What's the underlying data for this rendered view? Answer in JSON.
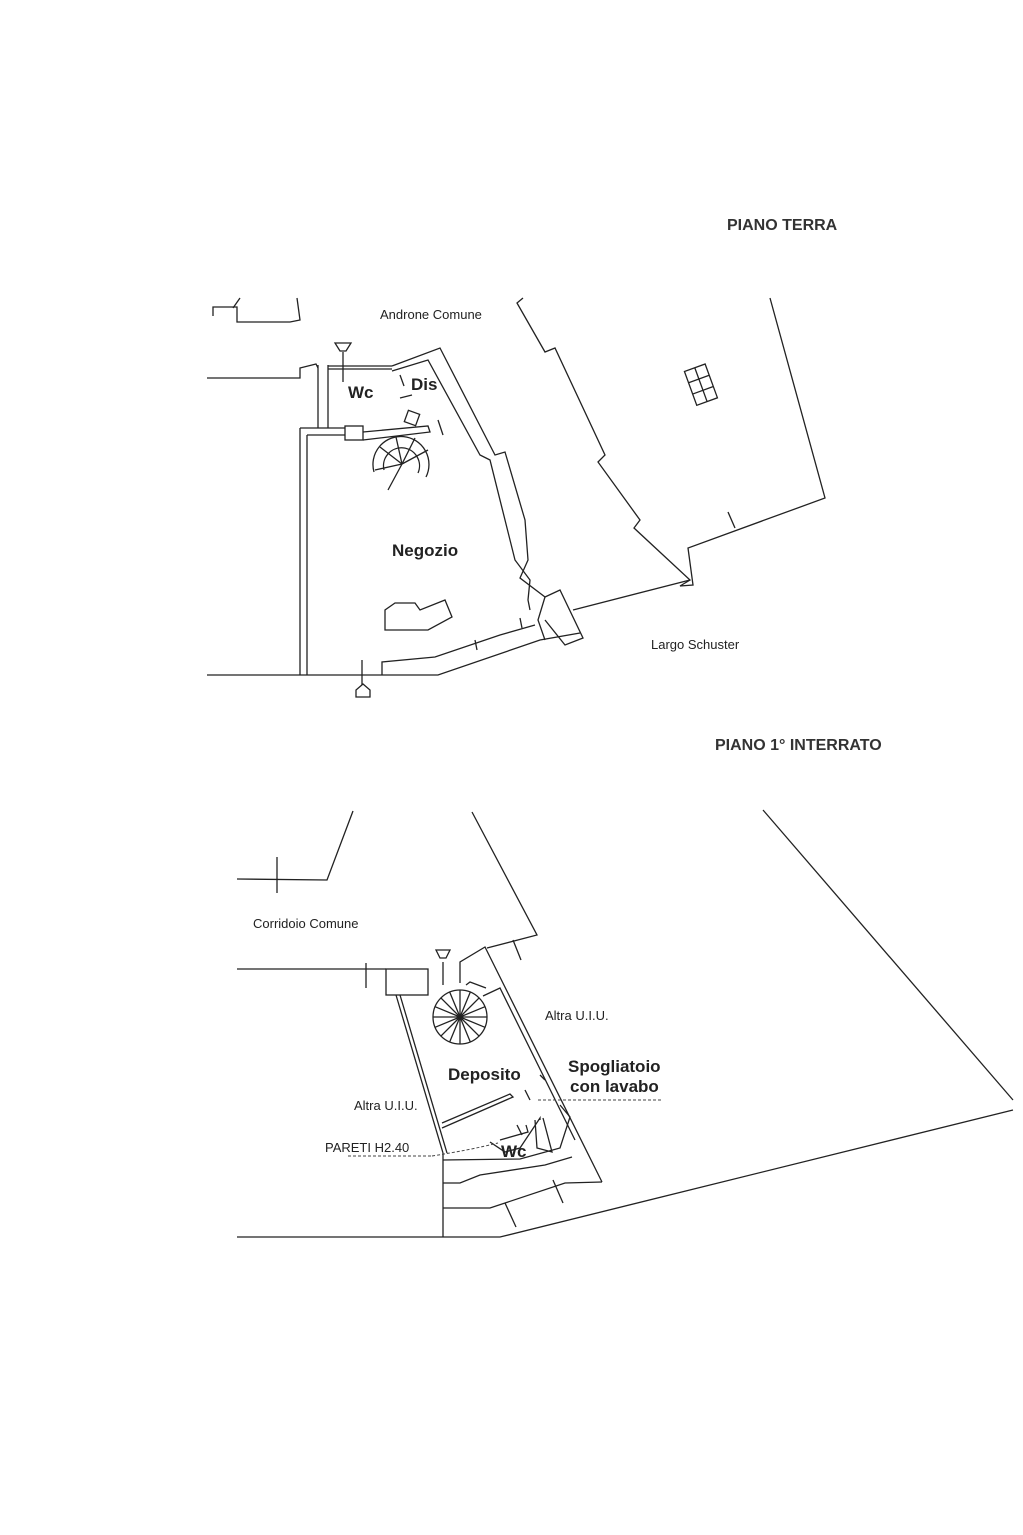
{
  "plans": [
    {
      "title": "PIANO TERRA",
      "labels": {
        "common_hall": "Androne Comune",
        "wc": "Wc",
        "dis": "Dis",
        "shop": "Negozio",
        "square": "Largo Schuster"
      }
    },
    {
      "title": "PIANO 1° INTERRATO",
      "labels": {
        "common_corridor": "Corridoio Comune",
        "other_unit_right": "Altra U.I.U.",
        "other_unit_left": "Altra U.I.U.",
        "storage": "Deposito",
        "changing_room_1": "Spogliatoio",
        "changing_room_2": "con lavabo",
        "walls_height": "PARETI H2.40",
        "wc": "Wc"
      }
    }
  ]
}
